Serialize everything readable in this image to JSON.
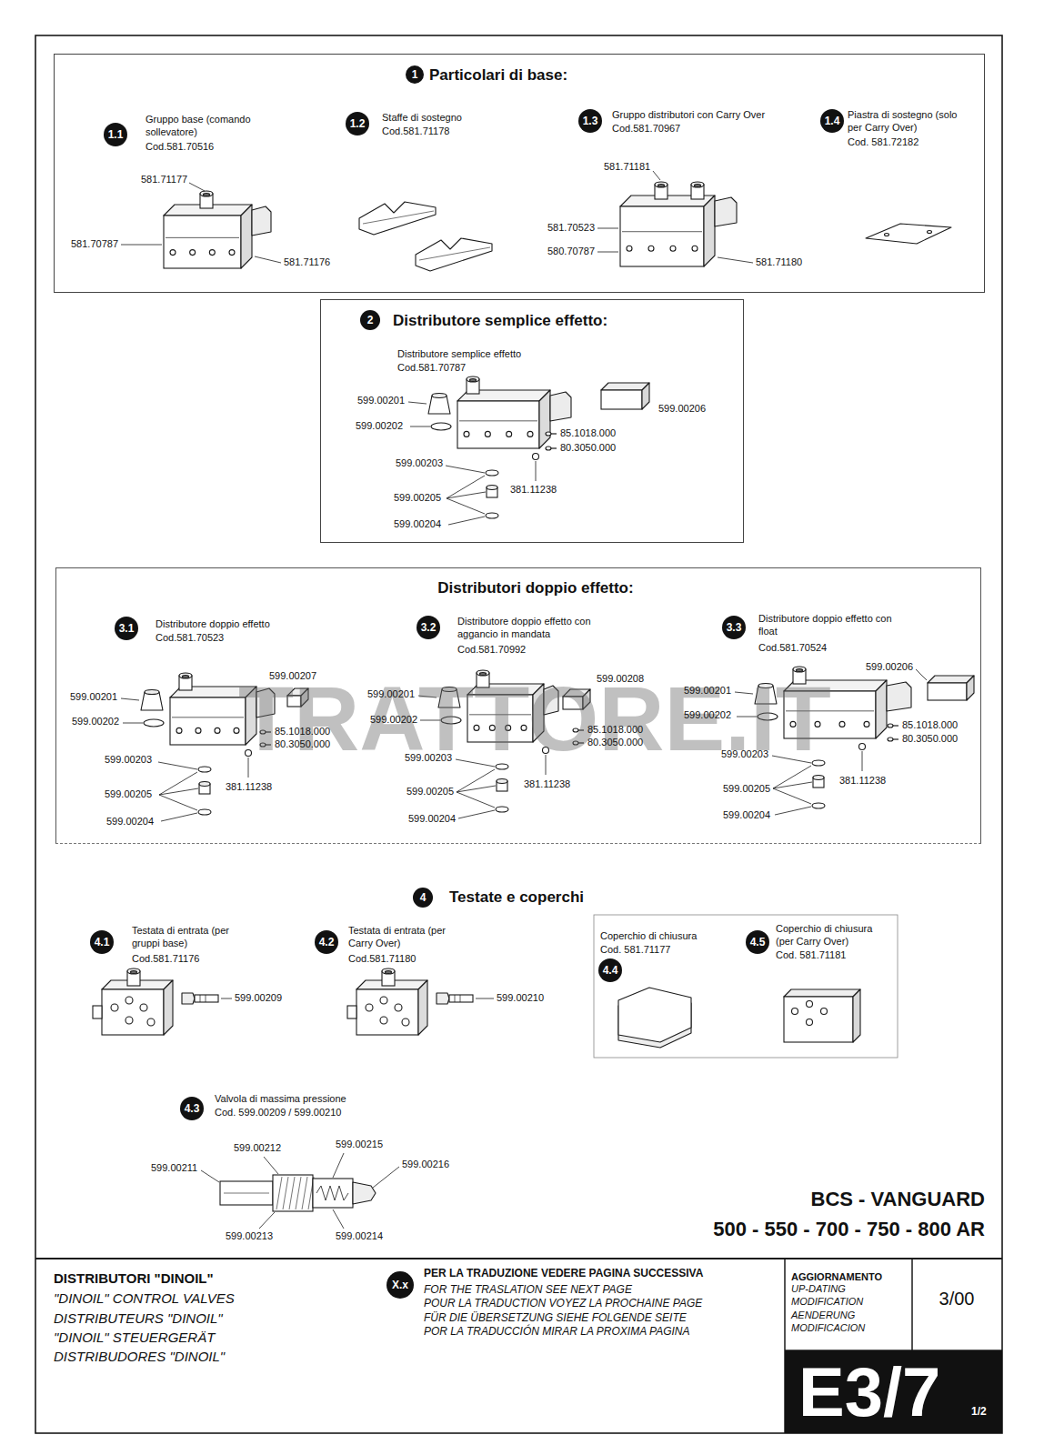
{
  "diagram": {
    "nodes": [
      {
        "text": [
          "Particolari di base:"
        ]
      },
      {
        "text": [
          "1"
        ],
        "in": 0
      },
      {
        "text": [
          "1.1"
        ],
        "in": 0
      },
      {
        "text": [
          "1.2"
        ],
        "in": 0
      },
      {
        "text": [
          "1.3"
        ],
        "in": 0
      },
      {
        "text": [
          "1.4"
        ],
        "in": 0
      },
      {
        "text": [
          "Distributore semplice effetto:"
        ]
      },
      {
        "text": [
          "2"
        ],
        "in": 6
      },
      {
        "text": [
          "Distributori doppio effetto:"
        ]
      },
      {
        "text": [
          "3.1"
        ],
        "in": 8
      },
      {
        "text": [
          "3.2"
        ],
        "in": 8
      },
      {
        "text": [
          "3.3"
        ],
        "in": 8
      },
      {
        "text": [
          "4"
        ]
      },
      {
        "text": [
          "4.1"
        ]
      },
      {
        "text": [
          "4.2"
        ]
      },
      {
        "text": [
          "4.4"
        ]
      },
      {
        "text": [
          "4.5"
        ]
      },
      {
        "text": [
          "4.3"
        ]
      },
      {
        "text": [
          "X.x"
        ]
      },
      {
        "text": [
          "E3/7",
          "1/2"
        ]
      }
    ],
    "labels": [
      "Gruppo base (comando sollevatore)",
      "Cod.581.70516",
      "581.71177",
      "581.70787",
      "581.71176",
      "Staffe di sostegno",
      "Cod.581.71178",
      "Gruppo distributori con Carry Over",
      "Cod.581.70967",
      "581.71181",
      "581.70523",
      "580.70787",
      "581.71180",
      "Piastra di sostegno (solo per Carry Over)",
      "Cod. 581.72182",
      "Distributore semplice effetto",
      "Cod.581.70787",
      "599.00201",
      "599.00202",
      "599.00206",
      "85.1018.000",
      "80.3050.000",
      "599.00203",
      "381.11238",
      "599.00205",
      "599.00204",
      "Distributore doppio effetto",
      "Cod.581.70523",
      "599.00207",
      "599.00201",
      "599.00202",
      "85.1018.000",
      "80.3050.000",
      "599.00203",
      "381.11238",
      "599.00205",
      "599.00204",
      "Distributore doppio effetto con aggancio in mandata",
      "Cod.581.70992",
      "599.00208",
      "599.00201",
      "599.00202",
      "85.1018.000",
      "80.3050.000",
      "599.00203",
      "381.11238",
      "599.00205",
      "599.00204",
      "Distributore doppio effetto con float",
      "Cod.581.70524",
      "599.00206",
      "599.00201",
      "599.00202",
      "85.1018.000",
      "80.3050.000",
      "599.00203",
      "381.11238",
      "599.00205",
      "599.00204",
      "TRATTORE.IT",
      "Testate e coperchi",
      "Testata di entrata (per gruppi base)",
      "Cod.581.71176",
      "599.00209",
      "Testata di entrata (per Carry Over)",
      "Cod.581.71180",
      "599.00210",
      "Coperchio di chiusura",
      "Cod. 581.71177",
      "Coperchio di chiusura (per Carry Over)",
      "Cod. 581.71181",
      "Valvola di massima pressione",
      "Cod. 599.00209 / 599.00210",
      "599.00212",
      "599.00215",
      "599.00211",
      "599.00216",
      "599.00213",
      "599.00214",
      "BCS - VANGUARD",
      "500 - 550 - 700 - 750 - 800 AR",
      "DISTRIBUTORI \"DINOIL\"",
      "\"DINOIL\" CONTROL VALVES",
      "DISTRIBUTEURS \"DINOIL\"",
      "\"DINOIL\" STEUERGERÄT",
      "DISTRIBUDORES \"DINOIL\"",
      "PER LA TRADUZIONE VEDERE PAGINA SUCCESSIVA",
      "FOR THE TRASLATION SEE NEXT PAGE",
      "POUR LA TRADUCTION VOYEZ LA PROCHAINE PAGE",
      "FÜR DIE ÜBERSETZUNG SIEHE FOLGENDE SEITE",
      "POR LA TRADUCCIÓN MIRAR LA PROXIMA PAGINA",
      "AGGIORNAMENTO",
      "UP-DATING",
      "MODIFICATION",
      "AENDERUNG",
      "MODIFICACION",
      "3/00"
    ]
  }
}
